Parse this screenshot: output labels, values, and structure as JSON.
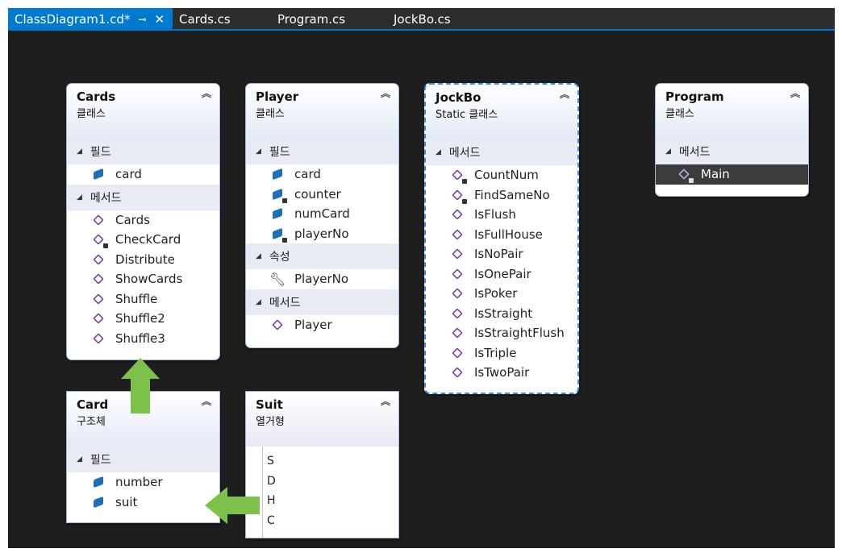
{
  "tabs": [
    {
      "label": "ClassDiagram1.cd*",
      "active": true,
      "pin": "⊸",
      "close": "✕"
    },
    {
      "label": "Cards.cs"
    },
    {
      "label": "Program.cs"
    },
    {
      "label": "JockBo.cs"
    }
  ],
  "collapse_glyph": "︽",
  "cards": {
    "name": "Cards",
    "kind": "클래스",
    "sections": {
      "fields": {
        "label": "필드",
        "items": [
          "card"
        ]
      },
      "methods": {
        "label": "메서드",
        "items": [
          "Cards",
          "CheckCard",
          "Distribute",
          "ShowCards",
          "Shuffle",
          "Shuffle2",
          "Shuffle3"
        ]
      }
    }
  },
  "player": {
    "name": "Player",
    "kind": "클래스",
    "sections": {
      "fields": {
        "label": "필드",
        "items": [
          "card",
          "counter",
          "numCard",
          "playerNo"
        ]
      },
      "properties": {
        "label": "속성",
        "items": [
          "PlayerNo"
        ]
      },
      "methods": {
        "label": "메서드",
        "items": [
          "Player"
        ]
      }
    }
  },
  "jockbo": {
    "name": "JockBo",
    "kind": "Static 클래스",
    "sections": {
      "methods": {
        "label": "메서드",
        "items": [
          "CountNum",
          "FindSameNo",
          "IsFlush",
          "IsFullHouse",
          "IsNoPair",
          "IsOnePair",
          "IsPoker",
          "IsStraight",
          "IsStraightFlush",
          "IsTriple",
          "IsTwoPair"
        ]
      }
    }
  },
  "program": {
    "name": "Program",
    "kind": "클래스",
    "sections": {
      "methods": {
        "label": "메서드",
        "items": [
          "Main"
        ]
      }
    }
  },
  "card": {
    "name": "Card",
    "kind": "구조체",
    "sections": {
      "fields": {
        "label": "필드",
        "items": [
          "number",
          "suit"
        ]
      }
    }
  },
  "suit": {
    "name": "Suit",
    "kind": "열거형",
    "values": [
      "S",
      "D",
      "H",
      "C"
    ]
  },
  "colors": {
    "tab_active": "#007acc",
    "canvas": "#1e1e1e",
    "arrow": "#7cc24a",
    "field_icon": "#1f6fb5",
    "method_icon": "#7b3fa8",
    "selection": "#3c8fe0"
  }
}
